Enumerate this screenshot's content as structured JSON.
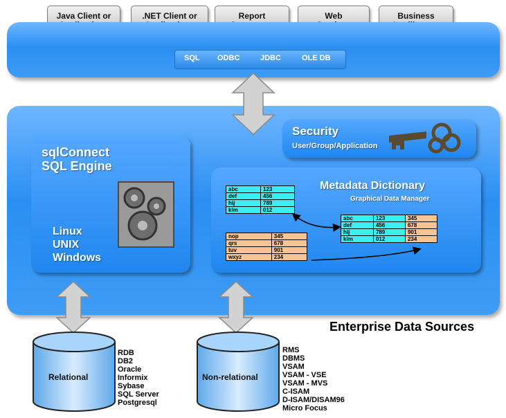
{
  "clients": [
    {
      "label": "Java Client or\nApplications"
    },
    {
      "label": ".NET Client or\nApplications"
    },
    {
      "label": "Report\nGenerators"
    },
    {
      "label": "Web\nServices"
    },
    {
      "label": "Business\nIntelligence"
    }
  ],
  "protocols": [
    "SQL",
    "ODBC",
    "JDBC",
    "OLE DB"
  ],
  "security": {
    "title": "Security",
    "subtitle": "User/Group/Application"
  },
  "engine": {
    "title_line1": "sqlConnect",
    "title_line2": "SQL Engine",
    "platforms": [
      "Linux",
      "UNIX",
      "Windows"
    ]
  },
  "metadata": {
    "title": "Metadata Dictionary",
    "subtitle": "Graphical Data Manager",
    "table_a": [
      [
        "abc",
        "123"
      ],
      [
        "def",
        "456"
      ],
      [
        "hij",
        "789"
      ],
      [
        "klm",
        "012"
      ]
    ],
    "table_b": [
      [
        "nop",
        "345"
      ],
      [
        "qrs",
        "678"
      ],
      [
        "tuv",
        "901"
      ],
      [
        "wxyz",
        "234"
      ]
    ],
    "table_c": [
      [
        "abc",
        "123",
        "345"
      ],
      [
        "def",
        "456",
        "678"
      ],
      [
        "hij",
        "789",
        "901"
      ],
      [
        "klm",
        "012",
        "234"
      ]
    ]
  },
  "enterprise_label": "Enterprise Data Sources",
  "relational": {
    "label": "Relational",
    "sources": [
      "RDB",
      "DB2",
      "Oracle",
      "Informix",
      "Sybase",
      "SQL Server",
      "Postgresql"
    ]
  },
  "nonrelational": {
    "label": "Non-relational",
    "sources": [
      "RMS",
      "DBMS",
      "VSAM",
      "VSAM - VSE",
      "VSAM - MVS",
      "C-ISAM",
      "D-ISAM/DISAM96",
      "Micro Focus"
    ]
  },
  "colors": {
    "band": "#2b8ff2",
    "cyan": "#37f0f0",
    "peach": "#f7c493"
  }
}
